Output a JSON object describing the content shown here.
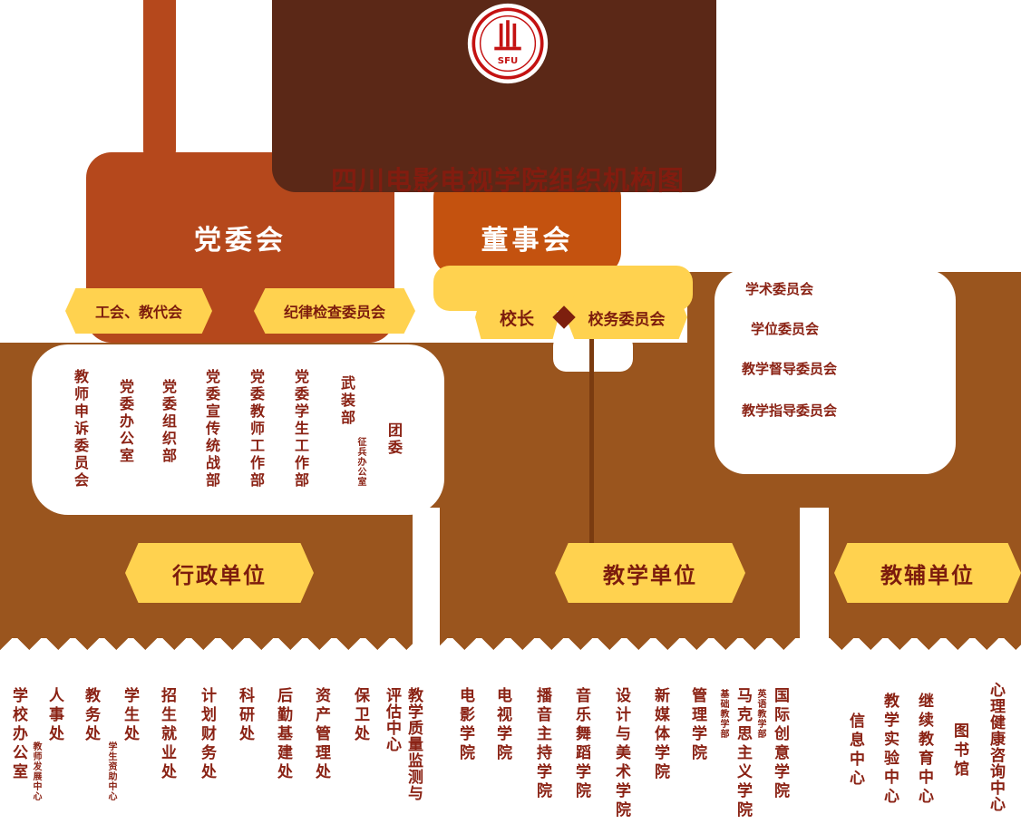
{
  "page": {
    "title": "四川电影电视学院组织机构图",
    "logo_text": "SFU"
  },
  "boards": {
    "party": "党委会",
    "board": "董事会"
  },
  "banners_small": {
    "union": "工会、教代会",
    "discipline": "纪律检查委员会",
    "president": "校长",
    "council": "校务委员会"
  },
  "committees": {
    "items": [
      "学术委员会",
      "学位委员会",
      "教学督导委员会",
      "教学指导委员会"
    ]
  },
  "party_organs": {
    "items": [
      {
        "label": "教师申诉委员会"
      },
      {
        "label": "党委办公室"
      },
      {
        "label": "党委组织部"
      },
      {
        "label": "党委宣传统战部"
      },
      {
        "label": "党委教师工作部"
      },
      {
        "label": "党委学生工作部"
      },
      {
        "label": "武装部",
        "sub": "征兵办公室"
      },
      {
        "label": "团委"
      }
    ]
  },
  "sections": {
    "admin": "行政单位",
    "teaching": "教学单位",
    "aux": "教辅单位"
  },
  "units": {
    "admin": [
      {
        "label": "学校办公室"
      },
      {
        "label": "人事处",
        "sub": "教师发展中心"
      },
      {
        "label": "教务处"
      },
      {
        "label": "学生处",
        "sub": "学生资助中心"
      },
      {
        "label": "招生就业处"
      },
      {
        "label": "计划财务处"
      },
      {
        "label": "科研处"
      },
      {
        "label": "后勤基建处"
      },
      {
        "label": "资产管理处"
      },
      {
        "label": "保卫处"
      },
      {
        "label": "教学质量监测与评估中心"
      }
    ],
    "teaching": [
      {
        "label": "电影学院"
      },
      {
        "label": "电视学院"
      },
      {
        "label": "播音主持学院"
      },
      {
        "label": "音乐舞蹈学院"
      },
      {
        "label": "设计与美术学院"
      },
      {
        "label": "新媒体学院"
      },
      {
        "label": "管理学院"
      },
      {
        "label": "马克思主义学院",
        "sub": "基础教学部"
      },
      {
        "label": "国际创意学院",
        "sub": "英语教学部"
      }
    ],
    "aux": [
      {
        "label": "信息中心"
      },
      {
        "label": "教学实验中心"
      },
      {
        "label": "继续教育中心"
      },
      {
        "label": "图书馆"
      },
      {
        "label": "心理健康咨询中心"
      }
    ]
  },
  "colors": {
    "header": "#5B2817",
    "rust": "#B5481C",
    "orange": "#C4520F",
    "yellow": "#FFD24F",
    "brown": "#9A551E",
    "text_red": "#8A2214"
  }
}
